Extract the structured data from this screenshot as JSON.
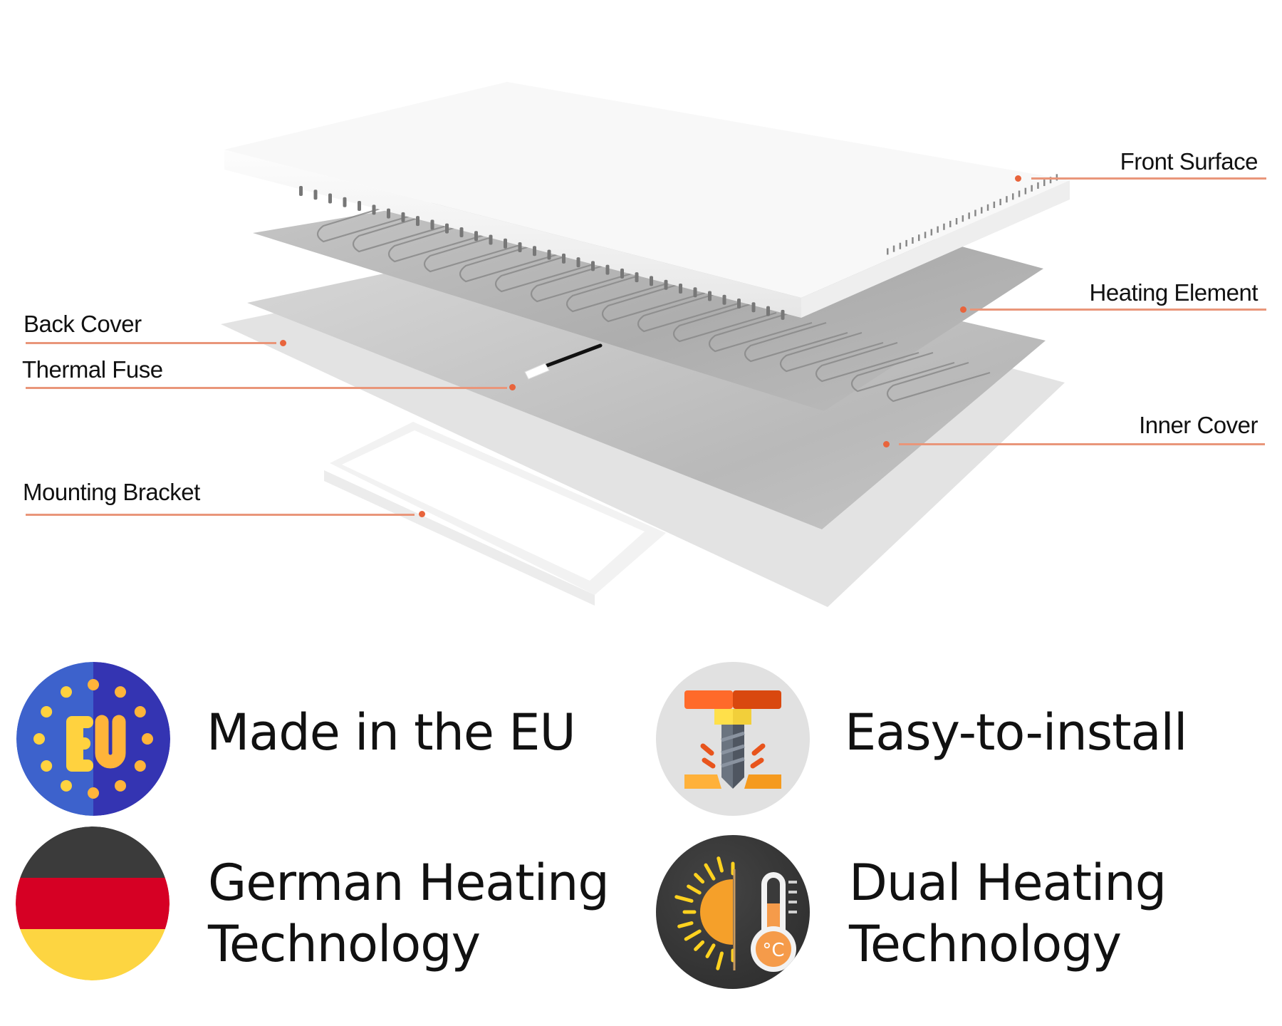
{
  "diagram": {
    "title": "Exploded view of infrared heating panel",
    "callouts": {
      "front_surface": "Front Surface",
      "heating_element": "Heating Element",
      "inner_cover": "Inner Cover",
      "back_cover": "Back Cover",
      "thermal_fuse": "Thermal Fuse",
      "mounting_bracket": "Mounting Bracket"
    },
    "colors": {
      "leader_line": "#e9967a",
      "leader_dot": "#e8643c",
      "front_surface": "#f7f7f7",
      "heating_element": "#b4b4b4",
      "inner_cover": "#c4c4c4",
      "back_cover": "#e2e2e2"
    }
  },
  "features": [
    {
      "id": "eu",
      "icon": "eu-stars-icon",
      "lines": [
        "Made in the EU"
      ],
      "badge_text": "EU"
    },
    {
      "id": "install",
      "icon": "drill-icon",
      "lines": [
        "Easy-to-install"
      ]
    },
    {
      "id": "german",
      "icon": "german-flag-icon",
      "lines": [
        "German Heating",
        "Technology"
      ]
    },
    {
      "id": "dual",
      "icon": "sun-thermometer-icon",
      "lines": [
        "Dual Heating",
        "Technology"
      ],
      "badge_text": "°C"
    }
  ],
  "badge_colors": {
    "eu_left": "#3d62cc",
    "eu_right": "#3434b2",
    "eu_star": "#ffd23f",
    "flag_black": "#3b3b3b",
    "flag_red": "#d60024",
    "flag_gold": "#fdd541",
    "install_bg": "#e1e1e1",
    "dual_bg": "#333333",
    "orange": "#f59b3a"
  }
}
